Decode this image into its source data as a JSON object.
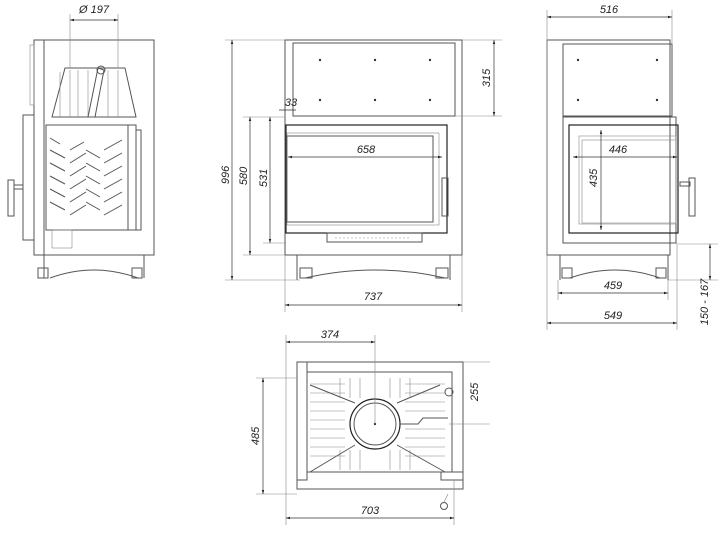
{
  "drawing": {
    "side_view": {
      "flue_diameter_label": "Ø 197"
    },
    "front_view": {
      "total_height": "996",
      "door_height": "580",
      "glass_height": "531",
      "offset": "33",
      "glass_width": "658",
      "top_section_height": "315",
      "total_width": "737"
    },
    "right_view": {
      "top_width": "516",
      "glass_width": "446",
      "glass_height": "435",
      "leg_span": "459",
      "total_depth": "549",
      "leg_height_range": "150 - 167"
    },
    "top_view": {
      "flue_offset_x": "374",
      "depth": "485",
      "flue_offset_y": "255",
      "width": "703"
    }
  }
}
